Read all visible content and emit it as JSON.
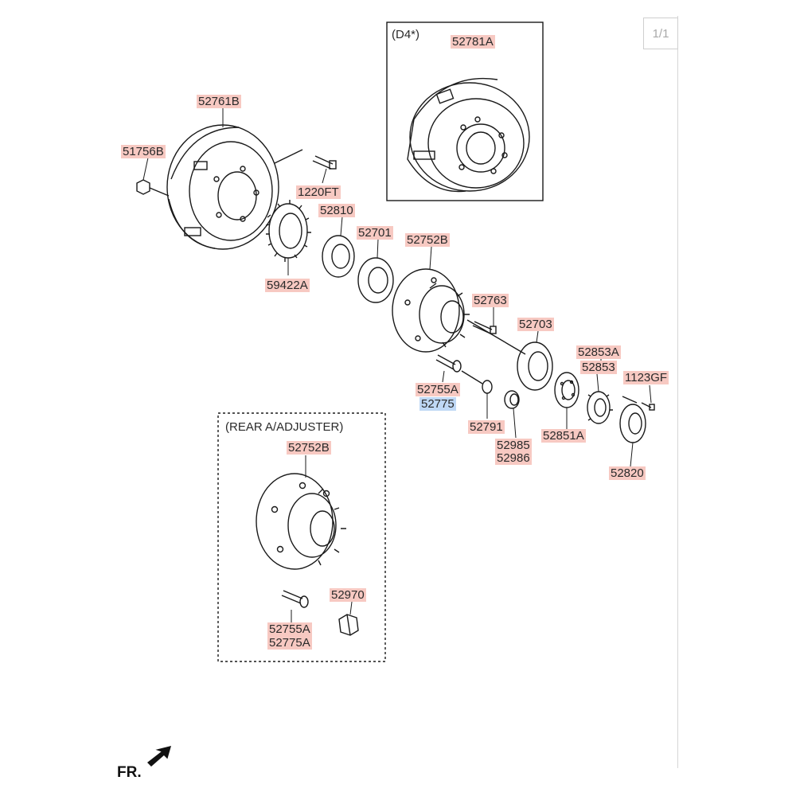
{
  "page_indicator": "1/1",
  "direction_label": "FR.",
  "boxes": {
    "d4": {
      "title": "(D4*)",
      "part": "52781A"
    },
    "rear_adjuster": {
      "title": "(REAR A/ADJUSTER)"
    }
  },
  "parts": {
    "p52761B": "52761B",
    "p51756B": "51756B",
    "p1220FT": "1220FT",
    "p52810": "52810",
    "p52701": "52701",
    "p52752B": "52752B",
    "p59422A": "59422A",
    "p52763": "52763",
    "p52703": "52703",
    "p52853A": "52853A",
    "p52853": "52853",
    "p1123GF": "1123GF",
    "p52755A": "52755A",
    "p52775": "52775",
    "p52791": "52791",
    "p52985": "52985",
    "p52986": "52986",
    "p52851A": "52851A",
    "p52820": "52820",
    "rear_52752B": "52752B",
    "p52970": "52970",
    "rear_52755A": "52755A",
    "rear_52775A": "52775A"
  },
  "colors": {
    "label_highlight": "#f7c9c2",
    "selected_highlight": "#bfd8f5",
    "line": "#1a1a1a"
  }
}
